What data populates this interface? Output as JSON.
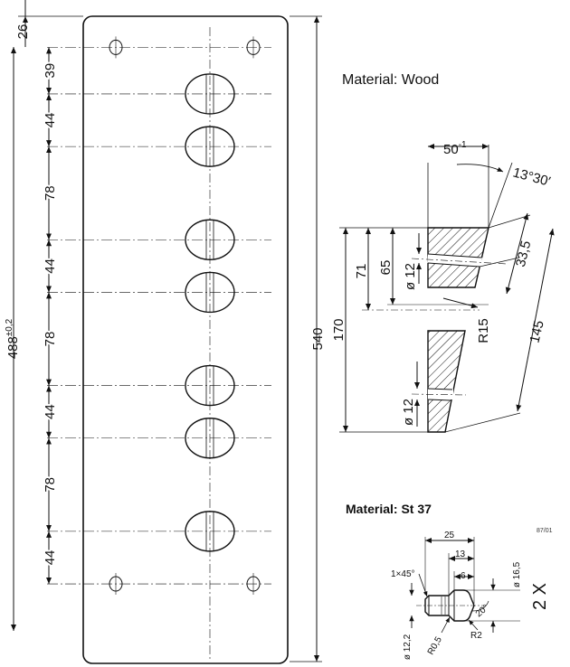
{
  "board": {
    "dimensions": {
      "top_offset": "26",
      "spacings": [
        "39",
        "44",
        "78",
        "44",
        "78",
        "44",
        "78",
        "44"
      ],
      "overall_hole_span_value": "488",
      "overall_hole_span_tol": "±0,2",
      "total_length": "540"
    }
  },
  "wood_section": {
    "material_label": "Material: Wood",
    "dims": {
      "width": "50",
      "width_tol": "-1",
      "angle": "13°30′",
      "d_33_5": "33,5",
      "d_145": "145",
      "d_170": "170",
      "d_71": "71",
      "d_65": "65",
      "dia12_upper": "ø 12",
      "dia12_lower": "ø 12",
      "radius": "R15"
    }
  },
  "pin": {
    "material_label": "Material: St 37",
    "quantity": "2 X",
    "drawing_no": "87/01",
    "dims": {
      "length": "25",
      "len13": "13",
      "len6": "6",
      "chamfer": "1×45°",
      "dia16_5": "ø 16,5",
      "dia12_2": "ø 12,2",
      "r05": "R0,5",
      "r2": "R2",
      "angle20": "20°"
    }
  }
}
